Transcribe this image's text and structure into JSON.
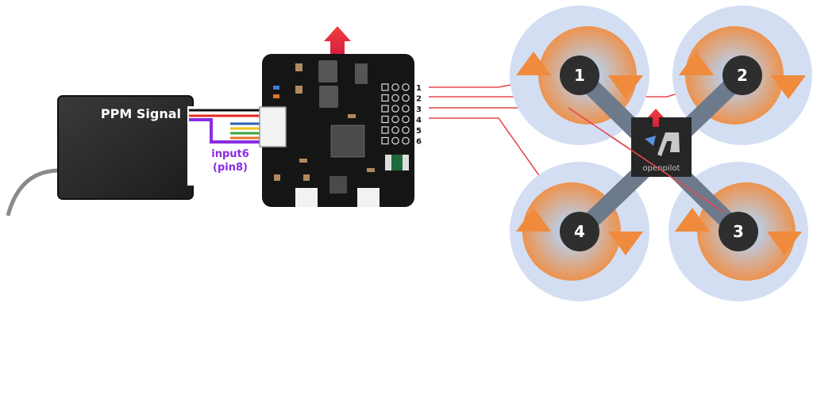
{
  "receiver": {
    "label": "PPM Signal",
    "input_label_line1": "input6",
    "input_label_line2": "(pin8)"
  },
  "flight_controller": {
    "output_pins": [
      "1",
      "2",
      "3",
      "4",
      "5",
      "6"
    ]
  },
  "frame": {
    "logo_text": "openpilot",
    "motors": [
      "1",
      "2",
      "3",
      "4"
    ]
  },
  "colors": {
    "signal_wire": "#8a2be2",
    "red_wire": "#e8281e",
    "black_wire": "#111111",
    "prop_orange": "#f08a3c",
    "prop_halo": "#d3def2",
    "forward_arrow": "#e8283c",
    "connection_line": "#e5484d"
  }
}
